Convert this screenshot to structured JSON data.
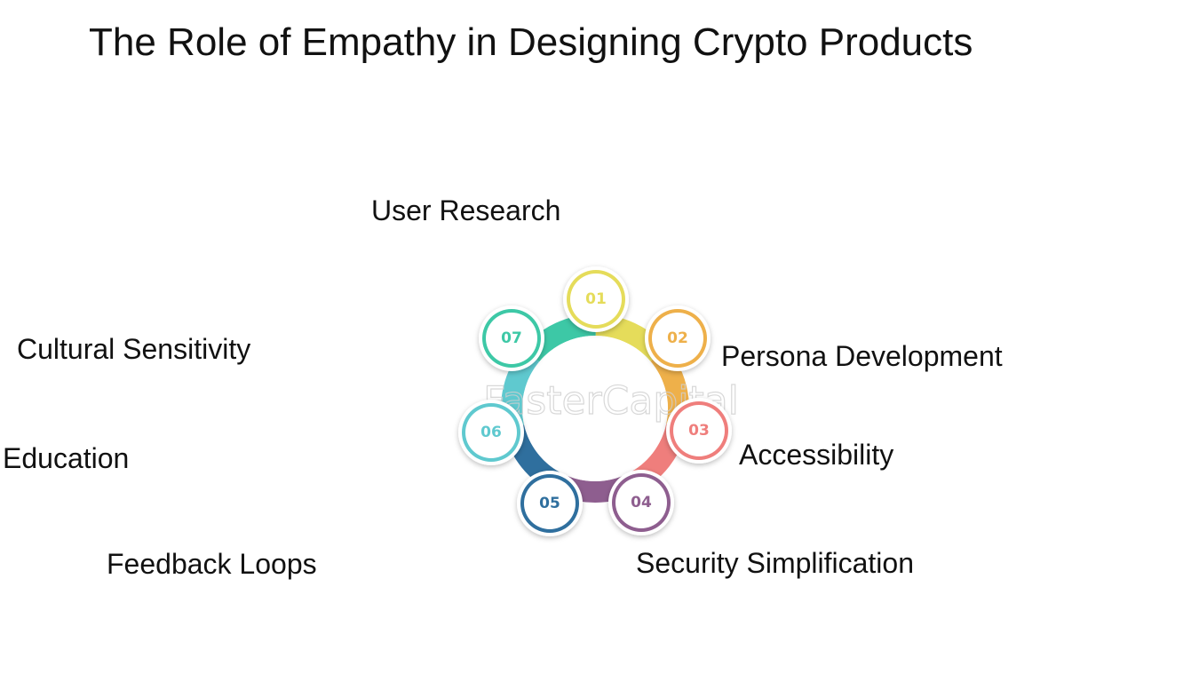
{
  "title": "The Role of Empathy in Designing Crypto Products",
  "watermark": "FasterCapital",
  "steps": [
    {
      "number": "01",
      "label": "User Research",
      "color": "#e5dc5a"
    },
    {
      "number": "02",
      "label": "Persona Development",
      "color": "#eeb04a"
    },
    {
      "number": "03",
      "label": "Accessibility",
      "color": "#ef7e7c"
    },
    {
      "number": "04",
      "label": "Security Simplification",
      "color": "#8e5e8f"
    },
    {
      "number": "05",
      "label": "Feedback Loops",
      "color": "#2f6f9e"
    },
    {
      "number": "06",
      "label": "Education",
      "color": "#5fc9cf"
    },
    {
      "number": "07",
      "label": "Cultural Sensitivity",
      "color": "#3dc8a6"
    }
  ]
}
